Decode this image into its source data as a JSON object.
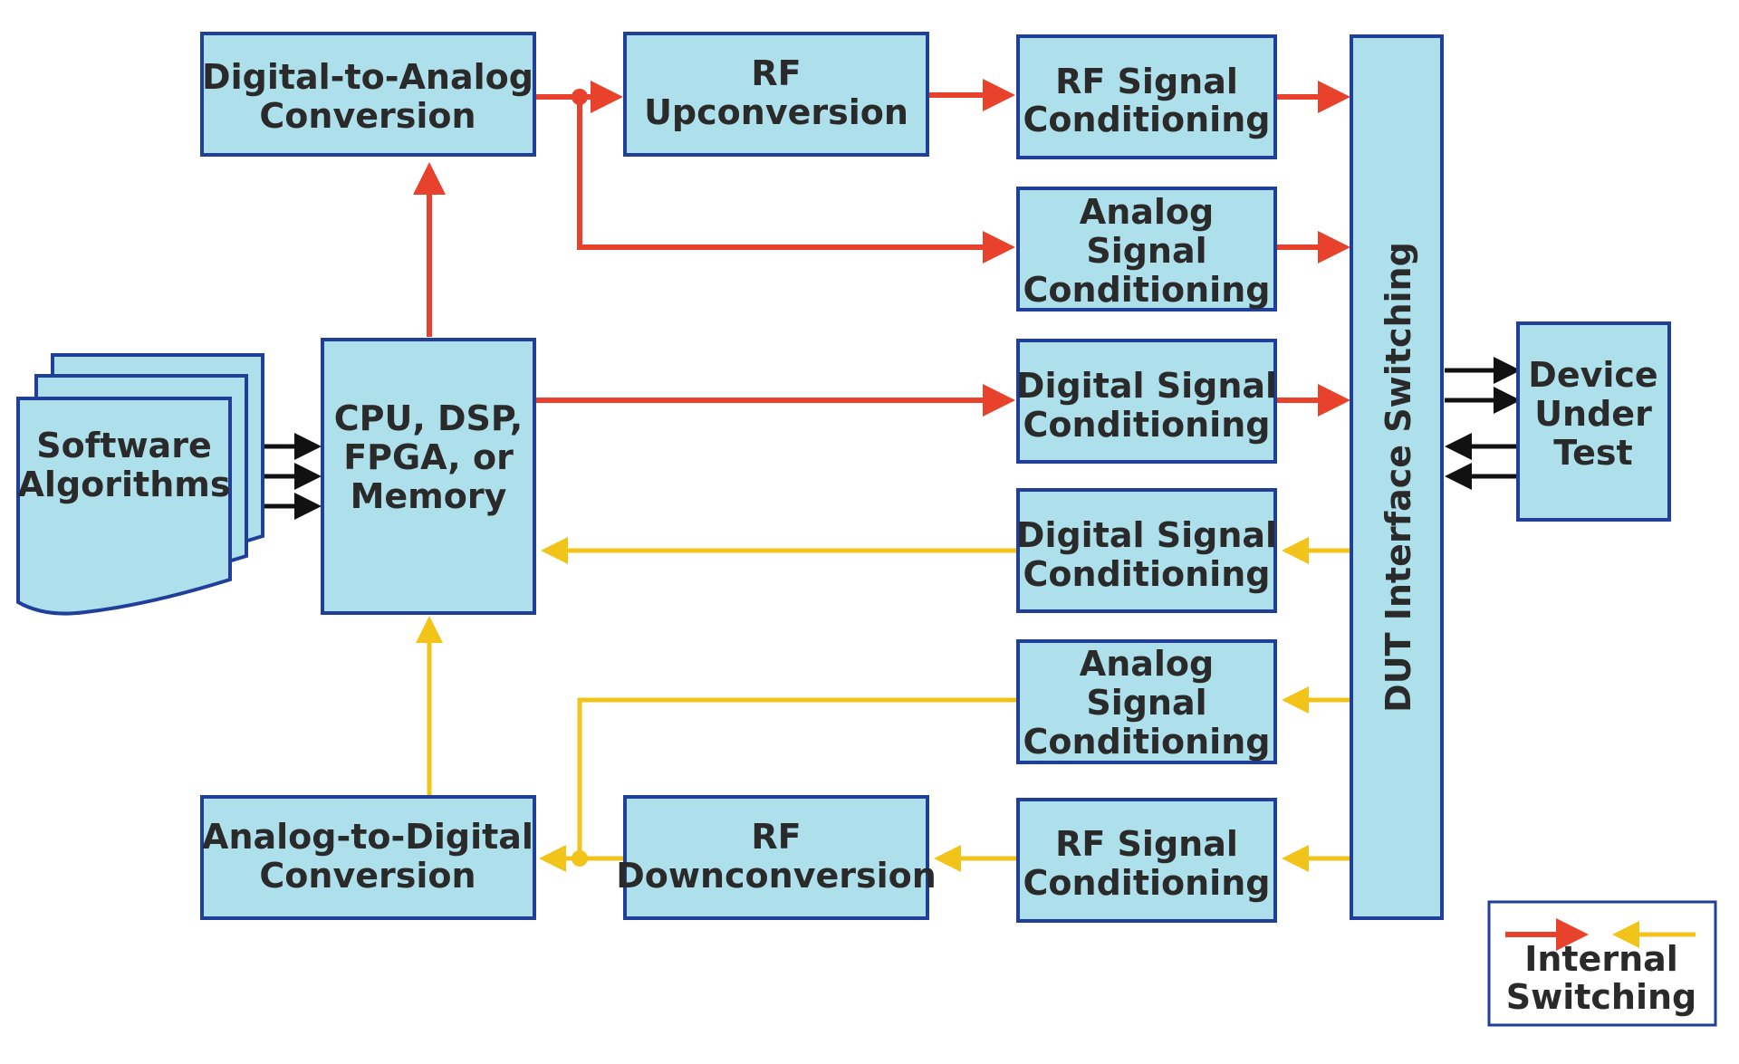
{
  "colors": {
    "box_fill": "#aee0ec",
    "box_border": "#1f3f99",
    "outbound_signal": "#e8412c",
    "inbound_signal": "#f2c318",
    "text": "#2a2a2a",
    "background": "#ffffff"
  },
  "blocks": {
    "software": [
      "Software",
      "Algorithms"
    ],
    "cpu": [
      "CPU, DSP,",
      "FPGA, or",
      "Memory"
    ],
    "dac": [
      "Digital-to-Analog",
      "Conversion"
    ],
    "adc": [
      "Analog-to-Digital",
      "Conversion"
    ],
    "rf_up": [
      "RF",
      "Upconversion"
    ],
    "rf_down": [
      "RF",
      "Downconversion"
    ],
    "rf_sc_out": [
      "RF Signal",
      "Conditioning"
    ],
    "analog_sc_out": [
      "Analog",
      "Signal",
      "Conditioning"
    ],
    "digital_sc_out": [
      "Digital Signal",
      "Conditioning"
    ],
    "digital_sc_in": [
      "Digital Signal",
      "Conditioning"
    ],
    "analog_sc_in": [
      "Analog",
      "Signal",
      "Conditioning"
    ],
    "rf_sc_in": [
      "RF Signal",
      "Conditioning"
    ],
    "dut_switching": "DUT Interface Switching",
    "dut": [
      "Device",
      "Under",
      "Test"
    ]
  },
  "legend": {
    "label": [
      "Internal",
      "Switching"
    ]
  }
}
